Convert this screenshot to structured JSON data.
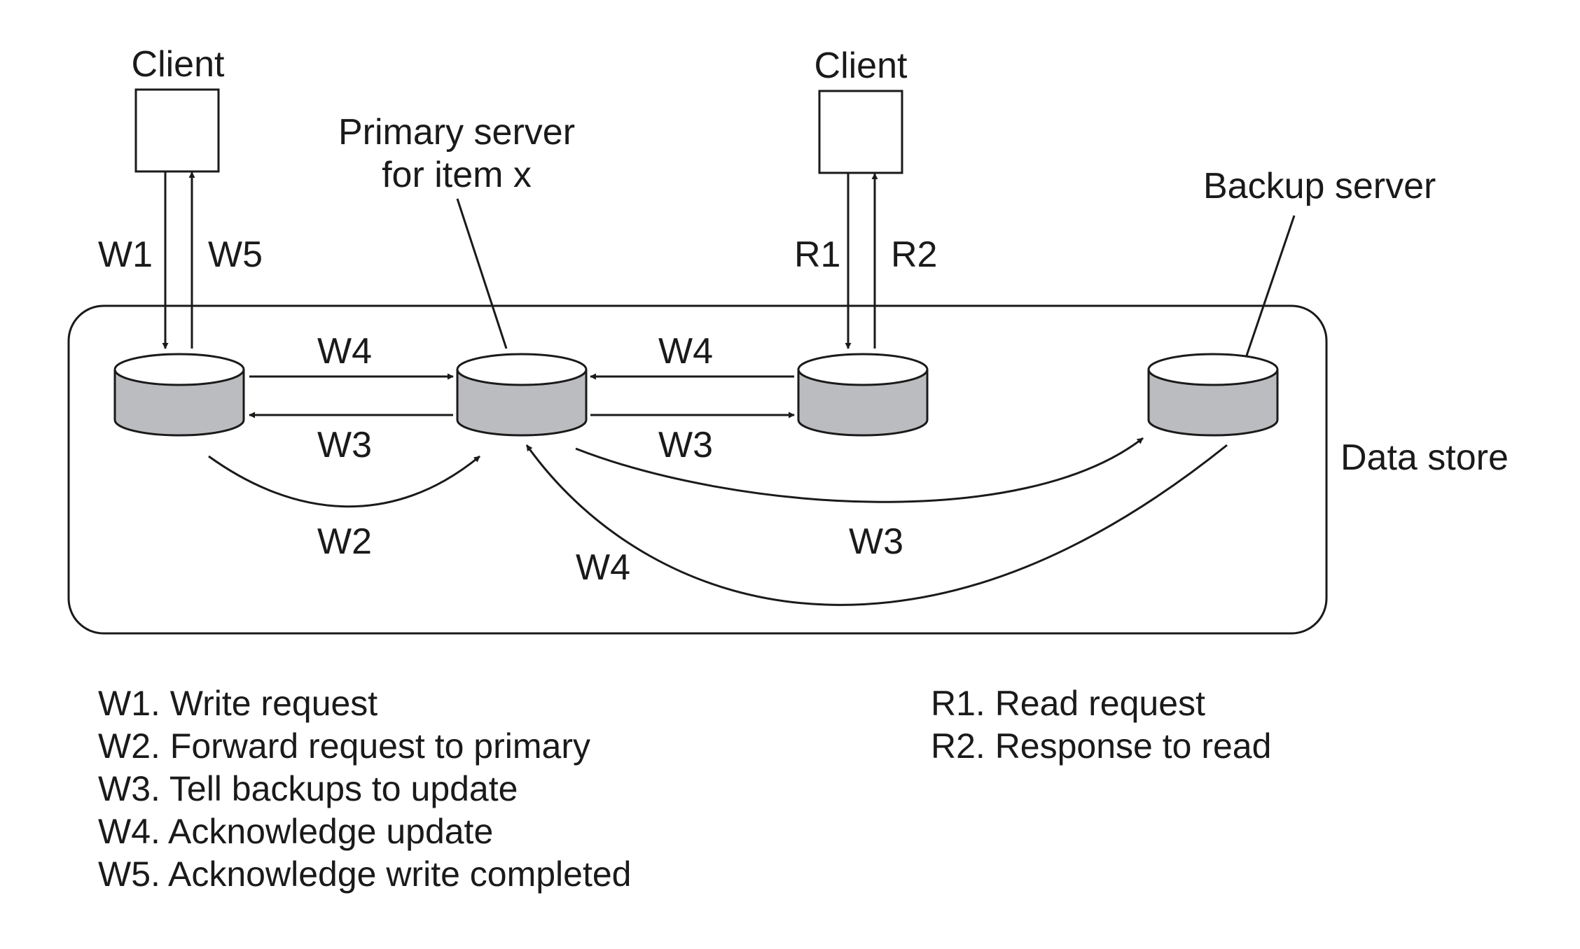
{
  "labels": {
    "client_left": "Client",
    "client_right": "Client",
    "primary_line1": "Primary server",
    "primary_line2": "for item x",
    "backup_server": "Backup server",
    "data_store": "Data store"
  },
  "arrow_labels": {
    "w1": "W1",
    "w5": "W5",
    "r1": "R1",
    "r2": "R2",
    "w4_left": "W4",
    "w3_left": "W3",
    "w4_right": "W4",
    "w3_right": "W3",
    "w2": "W2",
    "w3_curve": "W3",
    "w4_curve": "W4"
  },
  "legend": {
    "write_steps": [
      "W1. Write request",
      "W2. Forward request to primary",
      "W3. Tell backups to update",
      "W4. Acknowledge update",
      "W5. Acknowledge write completed"
    ],
    "read_steps": [
      "R1. Read request",
      "R2. Response to read"
    ]
  },
  "colors": {
    "line": "#1a1a1a",
    "disk_fill": "#bbbcbf",
    "disk_top": "#ffffff",
    "background": "#ffffff"
  }
}
